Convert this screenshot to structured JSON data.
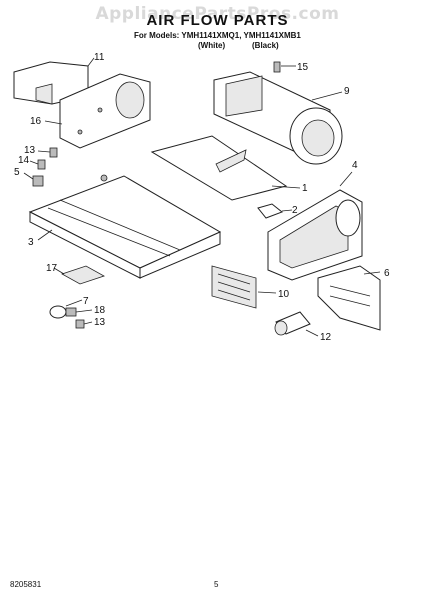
{
  "watermark": "AppliancePartsPros.com",
  "title": "AIR FLOW PARTS",
  "models_line": "For Models: YMH1141XMQ1, YMH1141XMB1",
  "variants": [
    "(White)",
    "(Black)"
  ],
  "footer": {
    "doc_number": "8205831",
    "page_number": "5"
  },
  "callouts": [
    "11",
    "15",
    "9",
    "16",
    "13",
    "14",
    "5",
    "1",
    "4",
    "2",
    "3",
    "17",
    "6",
    "10",
    "7",
    "18",
    "13",
    "12"
  ]
}
